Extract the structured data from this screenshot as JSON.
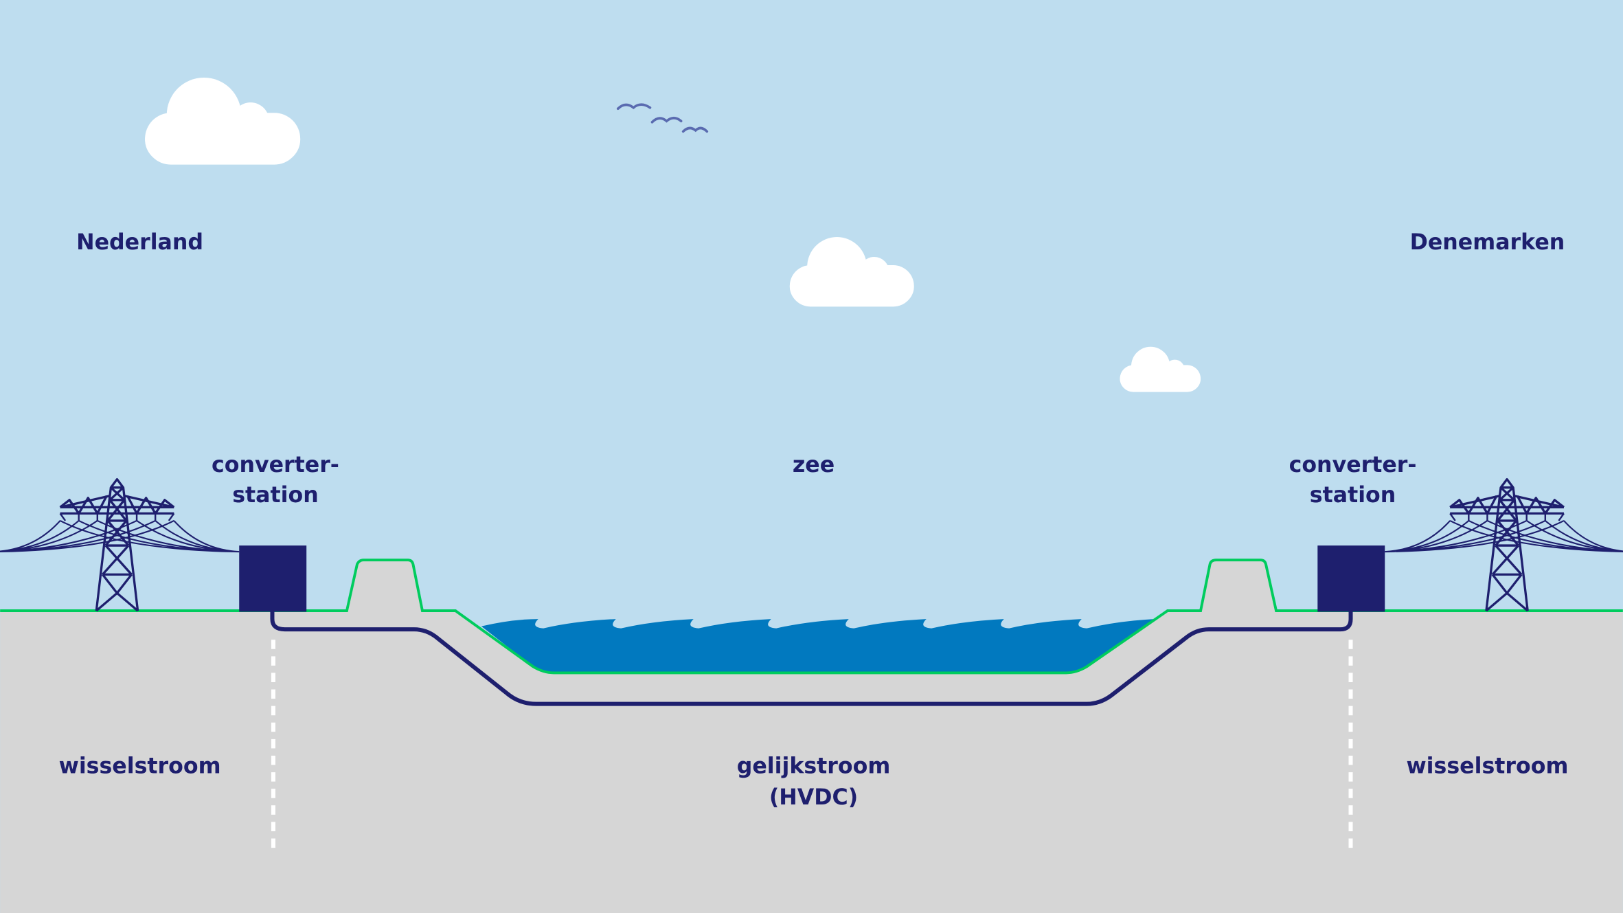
{
  "labels": {
    "left_country": "Nederland",
    "right_country": "Denemarken",
    "left_station_line1": "converter-",
    "left_station_line2": "station",
    "right_station_line1": "converter-",
    "right_station_line2": "station",
    "sea": "zee",
    "left_current": "wisselstroom",
    "right_current": "wisselstroom",
    "middle_current_line1": "gelijkstroom",
    "middle_current_line2": "(HVDC)"
  },
  "colors": {
    "sky": "#BEDDEF",
    "land": "#D6D6D6",
    "ground_line": "#00CC5E",
    "navy": "#1E1F6E",
    "water": "#0179BF",
    "cloud": "#FFFFFF",
    "birds": "#5A6BB0"
  }
}
